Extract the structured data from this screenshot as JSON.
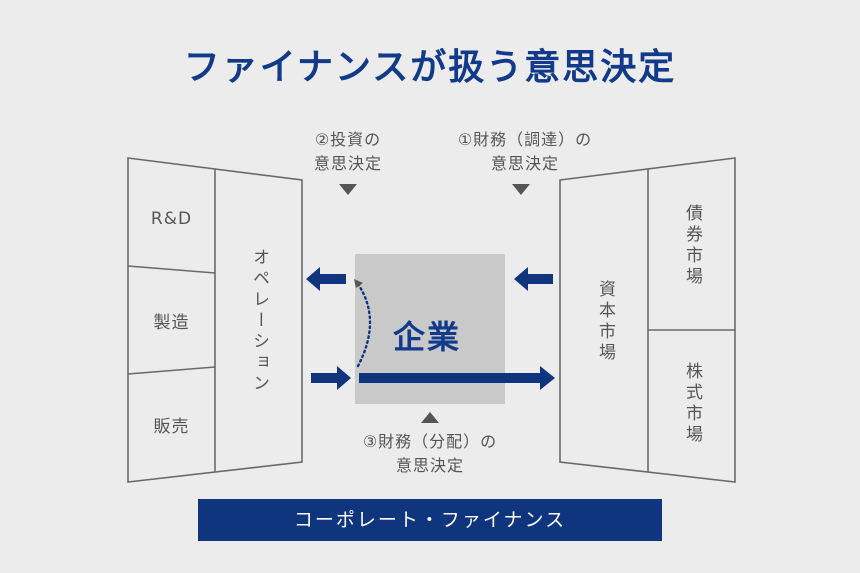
{
  "title": "ファイナンスが扱う意思決定",
  "decisions": {
    "investment": {
      "line1": "②投資の",
      "line2": "意思決定"
    },
    "financing": {
      "line1": "①財務（調達）の",
      "line2": "意思決定"
    },
    "distribution": {
      "line1": "③財務（分配）の",
      "line2": "意思決定"
    }
  },
  "left_panel": {
    "items": [
      "R&D",
      "製造",
      "販売"
    ],
    "main": "オペレーション"
  },
  "right_panel": {
    "main": "資本市場",
    "items": [
      "債券市場",
      "株式市場"
    ]
  },
  "company": "企業",
  "banner": "コーポレート・ファイナンス",
  "colors": {
    "accent": "#0f357f",
    "line": "#6a6a6a",
    "box": "#c9c9c9"
  }
}
